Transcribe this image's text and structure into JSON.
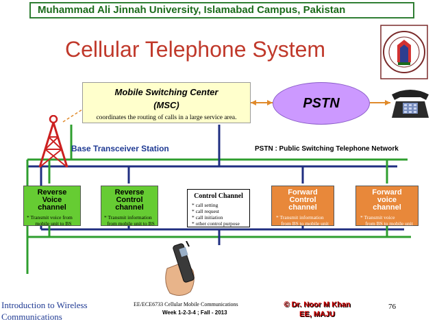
{
  "header": {
    "university": "Muhammad Ali Jinnah University, Islamabad Campus, Pakistan"
  },
  "slide": {
    "title": "Cellular Telephone System"
  },
  "msc": {
    "title": "Mobile Switching Center",
    "abbr": "(MSC)",
    "description": "coordinates the routing  of  calls in a large service area."
  },
  "pstn": {
    "label": "PSTN",
    "note": "PSTN : Public Switching  Telephone Network"
  },
  "bts": {
    "label": "Base Transceiver Station"
  },
  "channels": {
    "reverse_voice": {
      "title": [
        "Reverse",
        "Voice",
        "channel"
      ],
      "desc": [
        "* Transmit voice from",
        "mobile unit to BS"
      ]
    },
    "reverse_control": {
      "title": [
        "Reverse",
        "Control",
        "channel"
      ],
      "desc": [
        "* Transmit information",
        "from mobile unit to BS"
      ]
    },
    "control": {
      "title": "Control Channel",
      "items": [
        "* call setting",
        "* call request",
        "* call initiation",
        "* other control purpose"
      ]
    },
    "forward_control": {
      "title": [
        "Forward",
        "Control",
        "channel"
      ],
      "desc": [
        "* Transmit information",
        "from BS to mobile unit"
      ]
    },
    "forward_voice": {
      "title": [
        "Forward",
        "voice",
        "channel"
      ],
      "desc": [
        "* Transmit voice",
        "from BS to mobile unit"
      ]
    }
  },
  "footer": {
    "course_left": [
      "Introduction to Wireless",
      "Communications"
    ],
    "course_code": "EE/ECE6733 Cellular Mobile Communications",
    "term": "Week 1-2-3-4 ; Fall - 2013",
    "author": [
      "© Dr. Noor M Khan",
      "EE, MAJU"
    ],
    "page_number": "76"
  },
  "colors": {
    "title_red": "#c0392b",
    "header_green": "#1b6b1b",
    "reverse_green": "#66cc33",
    "forward_orange": "#e8883a",
    "pstn_purple": "#cc99ff",
    "msc_yellow": "#ffffcc",
    "line_blue": "#1f3a93",
    "line_green": "#2e9e2e"
  },
  "icons": [
    "antenna-tower-icon",
    "desk-telephone-icon",
    "mobile-phone-icon",
    "university-logo"
  ]
}
